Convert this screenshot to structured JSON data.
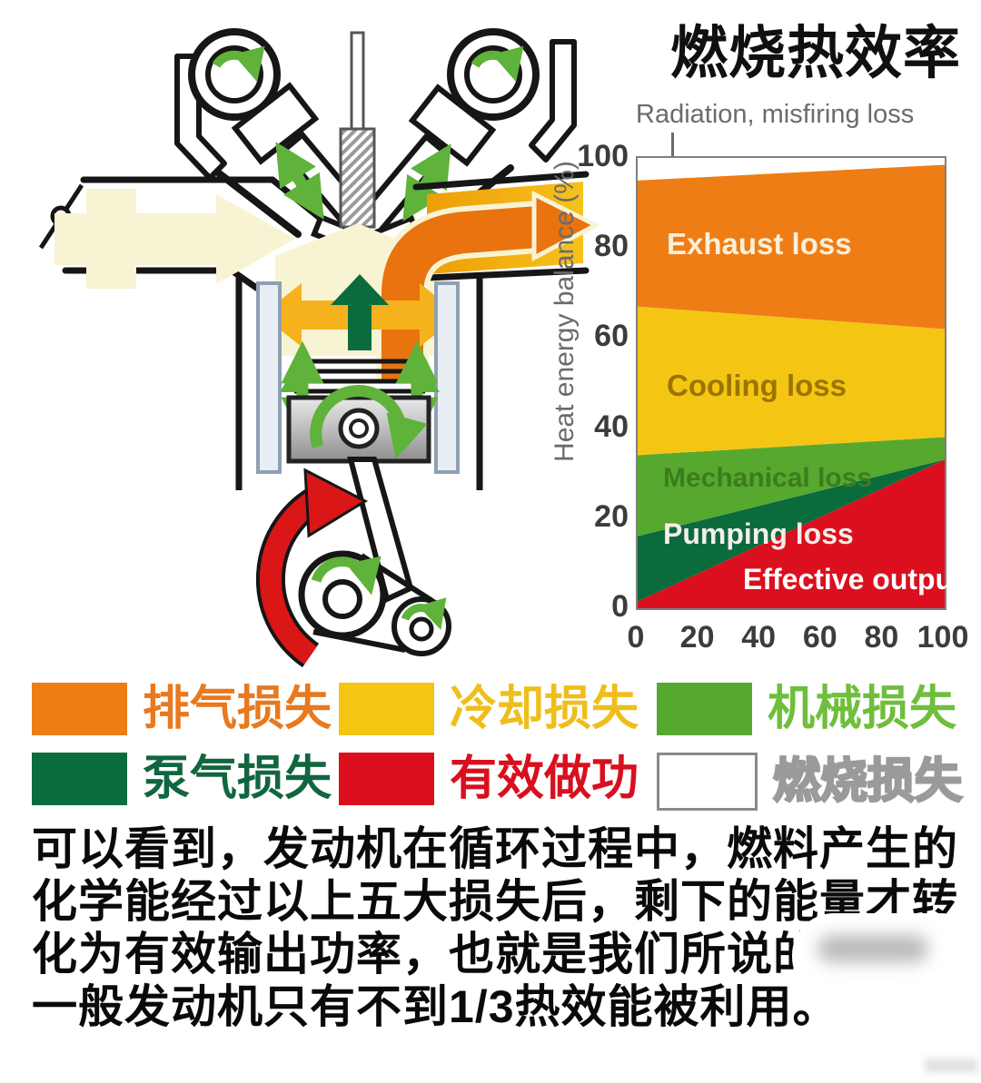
{
  "title": "燃烧热效率",
  "chart_data": {
    "type": "area",
    "stacked": true,
    "title": "燃烧热效率",
    "ylabel": "Heat energy balance (%)",
    "xlabel": "",
    "xlim": [
      0,
      100
    ],
    "ylim": [
      0,
      100
    ],
    "xticks": [
      0,
      20,
      40,
      60,
      80,
      100
    ],
    "yticks": [
      100,
      80,
      60,
      40,
      20,
      0
    ],
    "annotation": "Radiation, misfiring loss",
    "grid": false,
    "legend_position": "none",
    "x": [
      0,
      100
    ],
    "series": [
      {
        "name": "Effective output",
        "color": "#DC0F1E",
        "label_color": "#FFFFFF",
        "top": [
          1.5,
          33
        ]
      },
      {
        "name": "Pumping loss",
        "color": "#0A6B3C",
        "label_color": "#F7EDEA",
        "top": [
          16,
          33
        ]
      },
      {
        "name": "Mechanical loss",
        "color": "#57A82F",
        "label_color": "#3A7D20",
        "top": [
          34,
          38
        ]
      },
      {
        "name": "Cooling loss",
        "color": "#F5C513",
        "label_color": "#9A7500",
        "top": [
          67,
          62
        ]
      },
      {
        "name": "Exhaust loss",
        "color": "#EE7D16",
        "label_color": "#FBF0D8",
        "top": [
          95,
          98.5
        ]
      },
      {
        "name": "Radiation, misfiring loss",
        "color": "#FFFFFF",
        "label_color": "#6B6B6B",
        "top": [
          100,
          100
        ]
      }
    ]
  },
  "legend": {
    "items": [
      {
        "label": "排气损失",
        "swatch": "#EE7D16",
        "text_color": "#E8791E"
      },
      {
        "label": "冷却损失",
        "swatch": "#F5C513",
        "text_color": "#EFBE1C"
      },
      {
        "label": "机械损失",
        "swatch": "#57A82F",
        "text_color": "#6FBE3C"
      },
      {
        "label": "泵气损失",
        "swatch": "#0A6B3C",
        "text_color": "#11663F"
      },
      {
        "label": "有效做功",
        "swatch": "#DC0F1E",
        "text_color": "#D8101E"
      },
      {
        "label": "燃烧损失",
        "swatch": "#FFFFFF",
        "text_color": "#FDFDFD",
        "swatch_border": "#8A8A8A",
        "outlined": true
      }
    ]
  },
  "paragraph": {
    "lines": [
      "可以看到，发动机在循环过程中，燃料产生的",
      "化学能经过以上五大损失后，剩下的能量才转",
      "化为有效输出功率，也就是我们所说的",
      "一般发动机只有不到1/3热效能被利用。"
    ]
  },
  "engine": {
    "flow_colors": {
      "intake_charge": "#F8F3D3",
      "exhaust_flow_arrow": "#E8730F",
      "exhaust_duct": "#F4AF1C",
      "cooling_loss_arrows": "#F6B21D",
      "effective_work_arrow": "#0A6B3C",
      "motion_arrows": "#5FB23A",
      "crank_rotation_arrow": "#DB1616"
    }
  }
}
